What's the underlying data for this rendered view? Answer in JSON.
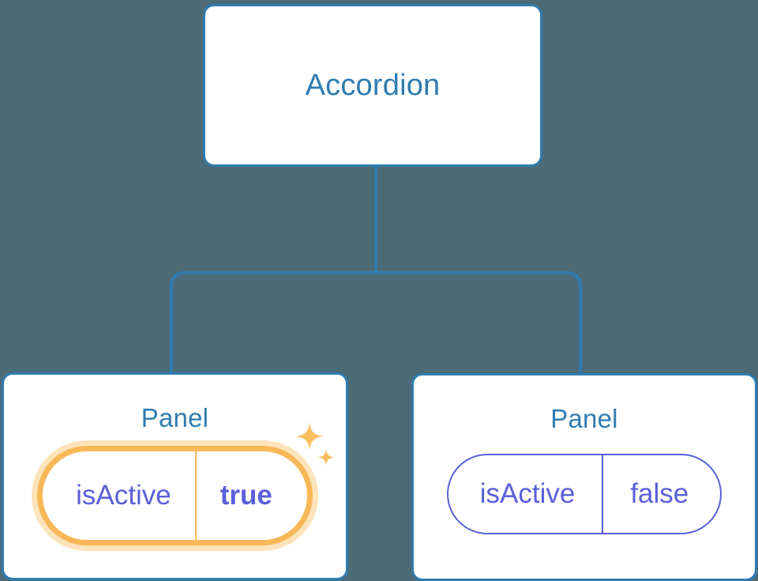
{
  "canvas": {
    "background_color": "#4d6a77",
    "edge_color": "#2f7cb0"
  },
  "tree": {
    "root": {
      "title": "Accordion",
      "title_color": "#2f7cb0",
      "card_color": "#ffffff",
      "border_color": "#2f7cb0"
    },
    "children": [
      {
        "title": "Panel",
        "highlighted": true,
        "highlight_color": "#f8b857",
        "glow_color": "#fce3bb",
        "sparkle_icon": "sparkles-icon",
        "prop": {
          "name": "isActive",
          "value": "true",
          "name_color": "#5b5fd9",
          "value_color": "#5b5fd9"
        }
      },
      {
        "title": "Panel",
        "highlighted": false,
        "pill_border_color": "#5b5fd9",
        "prop": {
          "name": "isActive",
          "value": "false",
          "name_color": "#5b5fd9",
          "value_color": "#5b5fd9"
        }
      }
    ]
  }
}
